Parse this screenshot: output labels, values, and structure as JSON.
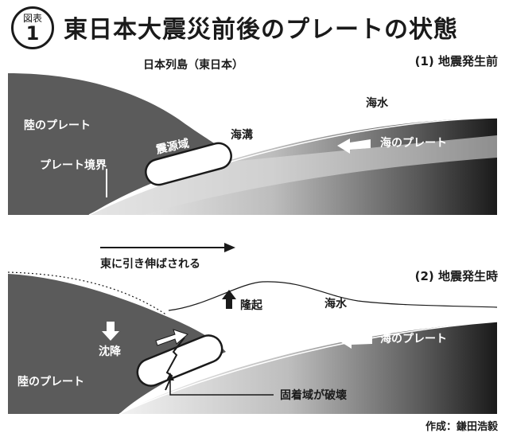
{
  "header": {
    "fig_label": "図表",
    "fig_number": "1",
    "title": "東日本大震災前後のプレートの状態"
  },
  "panel1": {
    "caption": "(1) 地震発生前",
    "region_label": "日本列島（東日本）",
    "land_plate": "陸のプレート",
    "ocean_plate": "海のプレート",
    "seawater": "海水",
    "trench": "海溝",
    "source_zone": "震源域",
    "boundary": "プレート境界"
  },
  "panel2": {
    "caption": "(2) 地震発生時",
    "stretch": "東に引き伸ばされる",
    "subsidence": "沈降",
    "uplift": "隆起",
    "seawater": "海水",
    "ocean_plate": "海のプレート",
    "land_plate": "陸のプレート",
    "fracture": "固着域が破壊"
  },
  "credit": "作成：鎌田浩毅",
  "colors": {
    "land": "#5b5b5b",
    "ocean_dark": "#1a1a1a",
    "ocean_light": "#e6e6e6",
    "water": "#ffffff",
    "text": "#1a1a1a"
  }
}
